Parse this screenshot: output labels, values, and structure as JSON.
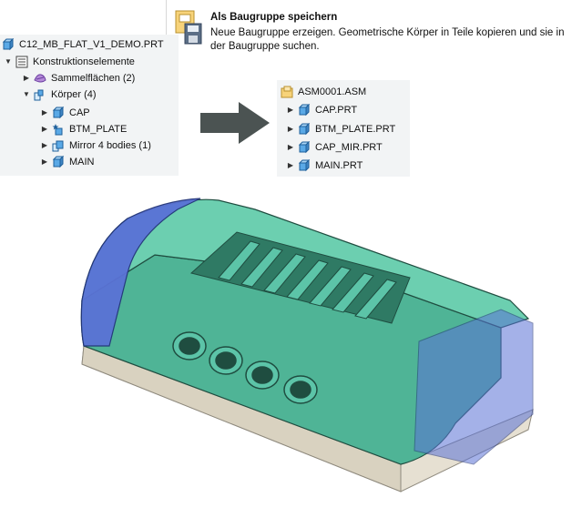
{
  "tooltip": {
    "title": "Als Baugruppe speichern",
    "description": "Neue Baugruppe erzeigen. Geometrische Körper in Teile kopieren und sie in der Baugruppe suchen.",
    "icon": "save-as-assembly-icon"
  },
  "left_tree": {
    "root": "C12_MB_FLAT_V1_DEMO.PRT",
    "features": "Konstruktionselemente",
    "quilts": "Sammelflächen (2)",
    "bodies": "Körper (4)",
    "items": [
      "CAP",
      "BTM_PLATE",
      "Mirror 4 bodies (1)",
      "MAIN"
    ]
  },
  "right_tree": {
    "root": "ASM0001.ASM",
    "items": [
      "CAP.PRT",
      "BTM_PLATE.PRT",
      "CAP_MIR.PRT",
      "MAIN.PRT"
    ]
  },
  "colors": {
    "body_teal": "#5cc4a8",
    "cap_blue": "#5a72d6",
    "base_beige": "#e6e0d2",
    "part_icon_blue": "#5aa9e6",
    "arrow_gray": "#4b5352"
  }
}
